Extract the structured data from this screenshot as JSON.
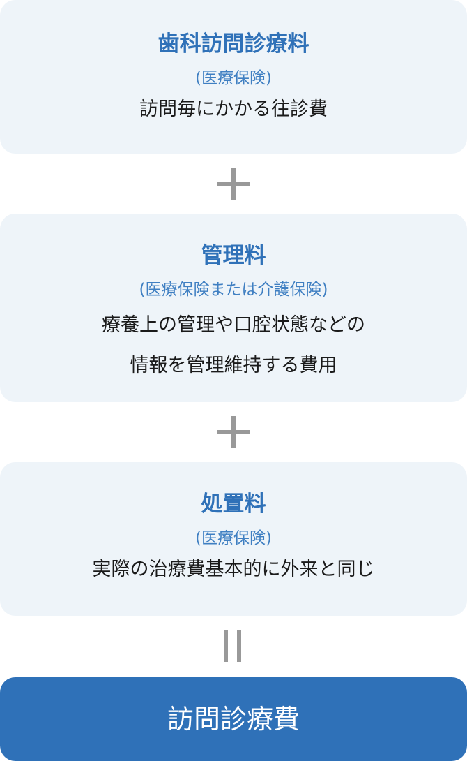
{
  "colors": {
    "accent": "#2f71b8",
    "box_bg": "#eef4f9",
    "operator": "#999999",
    "text": "#1a1a1a"
  },
  "items": [
    {
      "title": "歯科訪問診療料",
      "insurance": "(医療保険)",
      "description": [
        "訪問毎にかかる往診費"
      ]
    },
    {
      "title": "管理料",
      "insurance": "(医療保険または介護保険)",
      "description": [
        "療養上の管理や口腔状態などの",
        "情報を管理維持する費用"
      ]
    },
    {
      "title": "処置料",
      "insurance": "(医療保険)",
      "description": [
        "実際の治療費基本的に外来と同じ"
      ]
    }
  ],
  "operators": [
    "plus-icon",
    "plus-icon",
    "equals-icon"
  ],
  "result": {
    "label": "訪問診療費"
  }
}
